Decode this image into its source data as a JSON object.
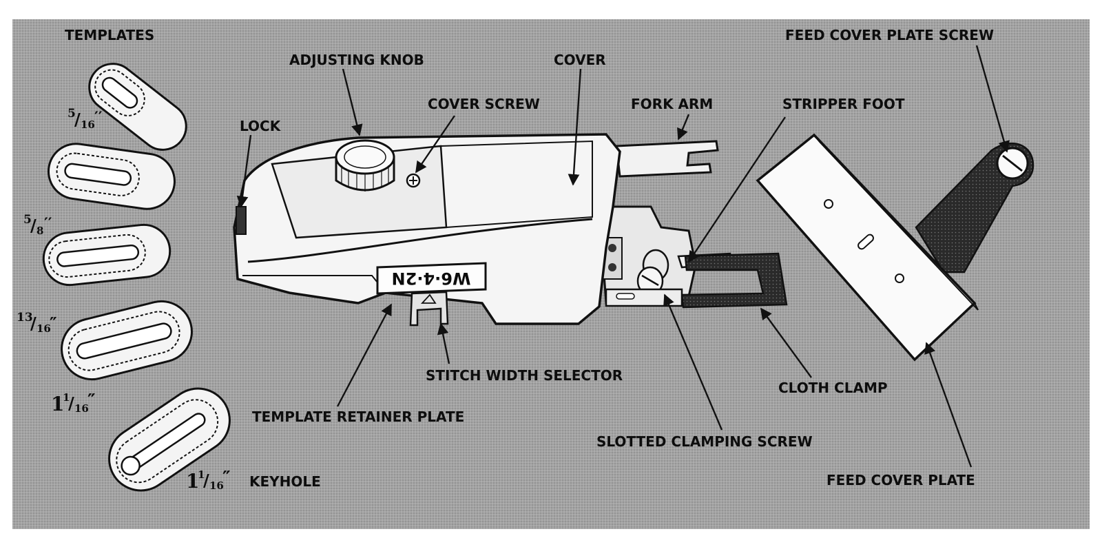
{
  "labels": {
    "templates": "TEMPLATES",
    "adjusting_knob": "ADJUSTING KNOB",
    "cover": "COVER",
    "cover_screw": "COVER SCREW",
    "fork_arm": "FORK ARM",
    "lock": "LOCK",
    "stripper_foot": "STRIPPER FOOT",
    "feed_cover_plate_screw": "FEED COVER PLATE SCREW",
    "stitch_width_selector": "STITCH WIDTH SELECTOR",
    "template_retainer_plate": "TEMPLATE RETAINER PLATE",
    "cloth_clamp": "CLOTH CLAMP",
    "slotted_clamping_screw": "SLOTTED CLAMPING SCREW",
    "feed_cover_plate": "FEED COVER PLATE"
  },
  "template_sizes": [
    {
      "whole": "",
      "num": "5",
      "den": "16",
      "mark": "′′",
      "suffix": ""
    },
    {
      "whole": "",
      "num": "5",
      "den": "8",
      "mark": "′′",
      "suffix": ""
    },
    {
      "whole": "",
      "num": "13",
      "den": "16",
      "mark": "″",
      "suffix": ""
    },
    {
      "whole": "1",
      "num": "1",
      "den": "16",
      "mark": "″",
      "suffix": ""
    },
    {
      "whole": "1",
      "num": "1",
      "den": "16",
      "mark": "″",
      "suffix": "KEYHOLE"
    }
  ],
  "selector_markings": "W6·4·2N"
}
